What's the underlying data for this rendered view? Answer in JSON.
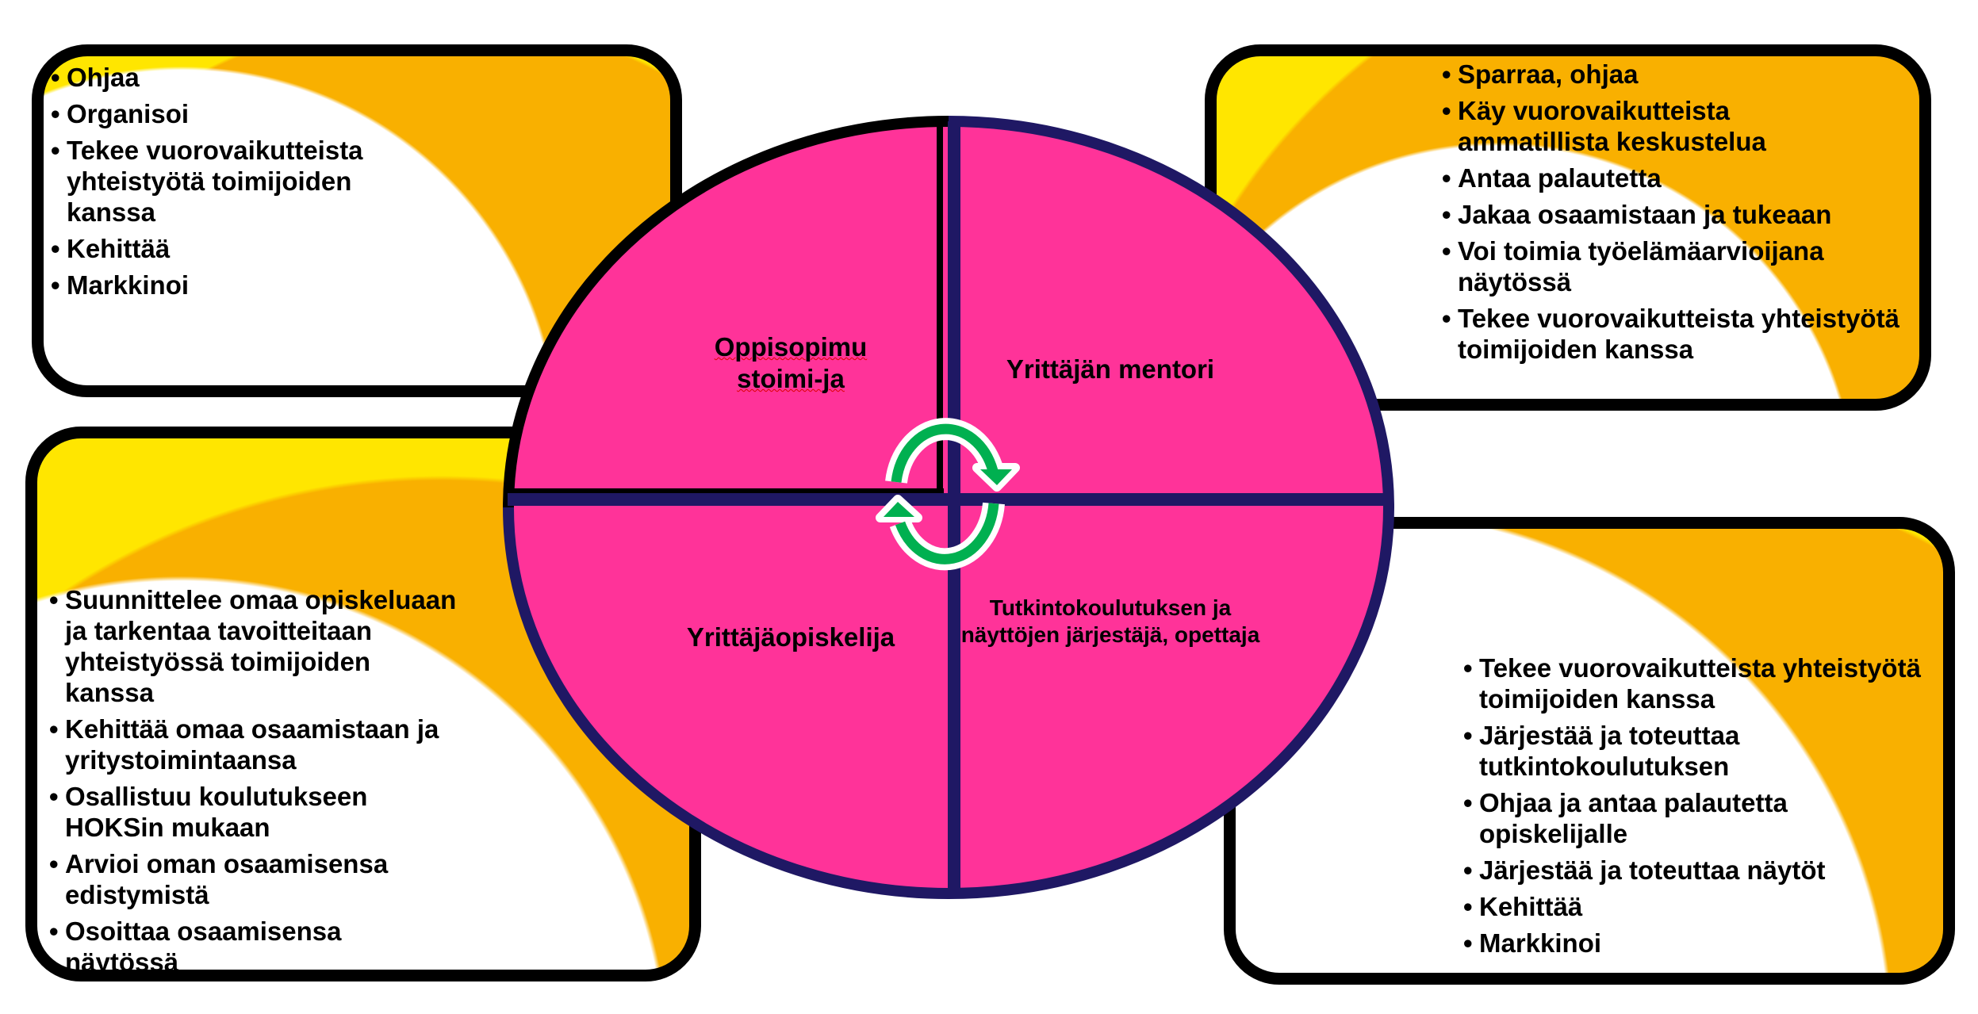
{
  "boxes": {
    "top_left": {
      "items": [
        "Ohjaa",
        "Organisoi",
        "Tekee vuorovaikutteista yhteistyötä toimijoiden kanssa",
        "Kehittää",
        "Markkinoi"
      ]
    },
    "top_right": {
      "items": [
        "Sparraa, ohjaa",
        "Käy vuorovaikutteista ammatillista keskustelua",
        "Antaa palautetta",
        "Jakaa osaamistaan ja tukeaan",
        "Voi toimia työelämäarvioijana näytössä",
        "Tekee vuorovaikutteista yhteistyötä toimijoiden kanssa"
      ]
    },
    "bottom_left": {
      "items": [
        "Suunnittelee omaa opiskeluaan ja tarkentaa tavoitteitaan yhteistyössä toimijoiden kanssa",
        "Kehittää omaa osaamistaan ja yritystoimintaansa",
        "Osallistuu koulutukseen HOKSin mukaan",
        "Arvioi oman osaamisensa edistymistä",
        "Osoittaa osaamisensa näytössä"
      ]
    },
    "bottom_right": {
      "items": [
        "Tekee vuorovaikutteista yhteistyötä toimijoiden kanssa",
        "Järjestää ja toteuttaa tutkintokoulutuksen",
        "Ohjaa ja antaa palautetta opiskelijalle",
        "Järjestää ja toteuttaa näytöt",
        "Kehittää",
        "Markkinoi"
      ]
    }
  },
  "quadrants": {
    "top_left": "Oppisopimustoimi-ja",
    "top_right": "Yrittäjän mentori",
    "bottom_left": "Yrittäjäopiskelija",
    "bottom_right": "Tutkintokoulutuksen ja näyttöjen järjestäjä, opettaja"
  },
  "icons": {
    "center": "cycle-arrows-icon"
  },
  "colors": {
    "pink": "#ff3399",
    "navy": "#1f1864",
    "yellow": "#ffe600",
    "orange": "#f9b000",
    "green": "#00b050"
  }
}
